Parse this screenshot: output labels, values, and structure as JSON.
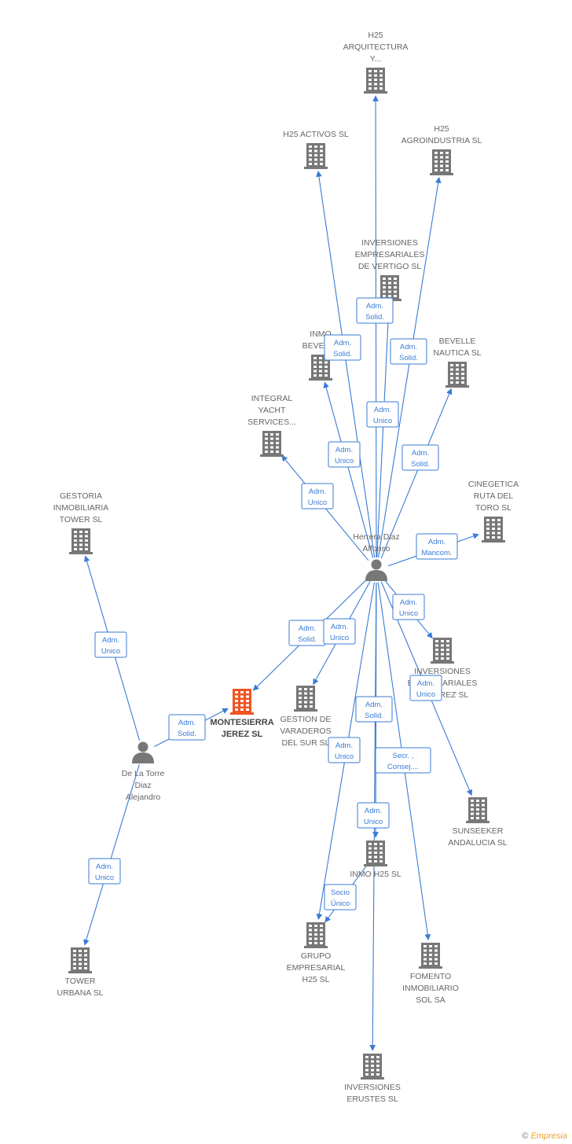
{
  "colors": {
    "edge": "#3a7bd5",
    "company": "#777777",
    "focus": "#ee5522",
    "person": "#777777"
  },
  "footer": {
    "copyright": "©",
    "brand": "Empresia"
  },
  "nodes": [
    {
      "id": "h25arq",
      "type": "company",
      "lines": [
        "H25",
        "ARQUITECTURA",
        "Y..."
      ]
    },
    {
      "id": "h25act",
      "type": "company",
      "lines": [
        "H25 ACTIVOS SL"
      ]
    },
    {
      "id": "h25agro",
      "type": "company",
      "lines": [
        "H25",
        "AGROINDUSTRIA SL"
      ]
    },
    {
      "id": "vertigo",
      "type": "company",
      "lines": [
        "INVERSIONES",
        "EMPRESARIALES",
        "DE VERTIGO SL"
      ]
    },
    {
      "id": "inmobev",
      "type": "company",
      "lines": [
        "INMO",
        "BEVELLE"
      ]
    },
    {
      "id": "bevnau",
      "type": "company",
      "lines": [
        "BEVELLE",
        "NAUTICA SL"
      ]
    },
    {
      "id": "integral",
      "type": "company",
      "lines": [
        "INTEGRAL",
        "YACHT",
        "SERVICES..."
      ]
    },
    {
      "id": "cinegetica",
      "type": "company",
      "lines": [
        "CINEGETICA",
        "RUTA DEL",
        "TORO  SL"
      ]
    },
    {
      "id": "gestoria",
      "type": "company",
      "lines": [
        "GESTORIA",
        "INMOBILIARIA",
        "TOWER SL"
      ]
    },
    {
      "id": "herrera",
      "type": "person",
      "lines": [
        "Herrera Diaz",
        "Alfonso"
      ]
    },
    {
      "id": "montesierra",
      "type": "focus",
      "lines": [
        "MONTESIERRA",
        "JEREZ SL"
      ]
    },
    {
      "id": "varaderos",
      "type": "company",
      "lines": [
        "GESTION DE",
        "VARADEROS",
        "DEL SUR SL"
      ]
    },
    {
      "id": "invemp",
      "type": "company",
      "lines": [
        "INVERSIONES",
        "EMPRESARIALES",
        "DE JEREZ SL"
      ]
    },
    {
      "id": "delatorre",
      "type": "person",
      "lines": [
        "De La Torre",
        "Diaz",
        "Alejandro"
      ]
    },
    {
      "id": "sunseeker",
      "type": "company",
      "lines": [
        "SUNSEEKER",
        "ANDALUCIA  SL"
      ]
    },
    {
      "id": "inmoh25",
      "type": "company",
      "lines": [
        "INMO H25 SL"
      ]
    },
    {
      "id": "grupo",
      "type": "company",
      "lines": [
        "GRUPO",
        "EMPRESARIAL",
        "H25 SL"
      ]
    },
    {
      "id": "fomento",
      "type": "company",
      "lines": [
        "FOMENTO",
        "INMOBILIARIO",
        "SOL SA"
      ]
    },
    {
      "id": "tower",
      "type": "company",
      "lines": [
        "TOWER",
        "URBANA SL"
      ]
    },
    {
      "id": "erustes",
      "type": "company",
      "lines": [
        "INVERSIONES",
        "ERUSTES SL"
      ]
    }
  ],
  "edges": [
    {
      "from": "herrera",
      "to": "h25arq",
      "label": [
        "Adm.",
        "Solid."
      ]
    },
    {
      "from": "herrera",
      "to": "h25act",
      "label": [
        "Adm.",
        "Solid."
      ]
    },
    {
      "from": "herrera",
      "to": "h25agro",
      "label": [
        "Adm.",
        "Solid."
      ]
    },
    {
      "from": "herrera",
      "to": "vertigo",
      "label": [
        "Adm.",
        "Unico"
      ]
    },
    {
      "from": "herrera",
      "to": "inmobev",
      "label": [
        "Adm.",
        "Unico"
      ]
    },
    {
      "from": "herrera",
      "to": "bevnau",
      "label": [
        "Adm.",
        "Solid."
      ]
    },
    {
      "from": "herrera",
      "to": "integral",
      "label": [
        "Adm.",
        "Unico"
      ]
    },
    {
      "from": "herrera",
      "to": "cinegetica",
      "label": [
        "Adm.",
        "Mancom."
      ]
    },
    {
      "from": "herrera",
      "to": "montesierra",
      "label": [
        "Adm.",
        "Solid."
      ]
    },
    {
      "from": "herrera",
      "to": "varaderos",
      "label": [
        "Adm.",
        "Unico"
      ]
    },
    {
      "from": "herrera",
      "to": "invemp",
      "label": [
        "Adm.",
        "Unico"
      ]
    },
    {
      "from": "herrera",
      "to": "sunseeker",
      "label": [
        "Adm.",
        "Unico"
      ]
    },
    {
      "from": "herrera",
      "to": "inmoh25",
      "label": [
        "Adm.",
        "Solid."
      ]
    },
    {
      "from": "herrera",
      "to": "grupo",
      "label": [
        "Adm.",
        "Unico"
      ]
    },
    {
      "from": "herrera",
      "to": "fomento",
      "label": [
        "Secr. ,",
        "Consej...."
      ]
    },
    {
      "from": "herrera",
      "to": "erustes",
      "label": [
        "Adm.",
        "Unico"
      ]
    },
    {
      "from": "inmoh25",
      "to": "grupo",
      "label": [
        "Socio",
        "Único"
      ]
    },
    {
      "from": "delatorre",
      "to": "gestoria",
      "label": [
        "Adm.",
        "Unico"
      ]
    },
    {
      "from": "delatorre",
      "to": "montesierra",
      "label": [
        "Adm.",
        "Solid."
      ]
    },
    {
      "from": "delatorre",
      "to": "tower",
      "label": [
        "Adm.",
        "Unico"
      ]
    }
  ]
}
